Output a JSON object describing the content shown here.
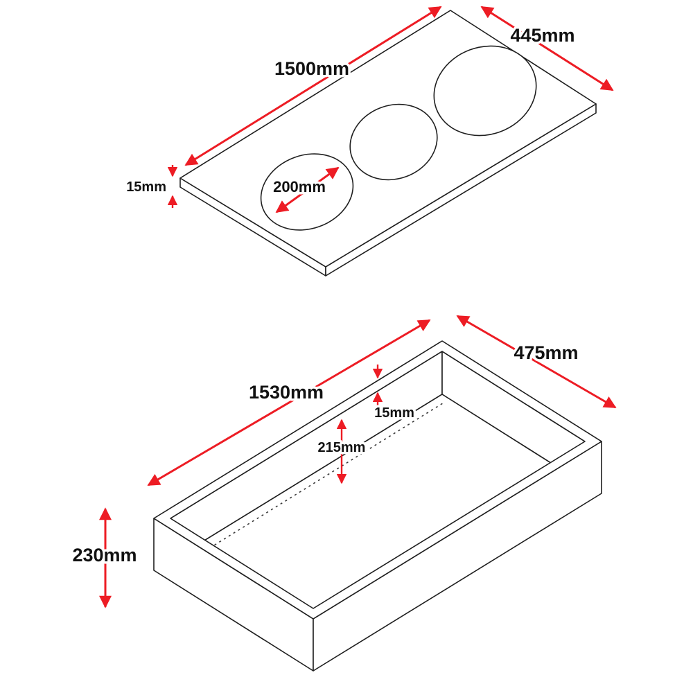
{
  "colors": {
    "outline": "#1f1f1f",
    "dimension_red": "#ed1c24",
    "background": "#ffffff"
  },
  "top_panel": {
    "length": "1500mm",
    "width": "445mm",
    "thickness": "15mm",
    "cutout_diameter": "200mm"
  },
  "bottom_box": {
    "length": "1530mm",
    "width": "475mm",
    "wall_thickness": "15mm",
    "inner_depth": "215mm",
    "height": "230mm"
  }
}
